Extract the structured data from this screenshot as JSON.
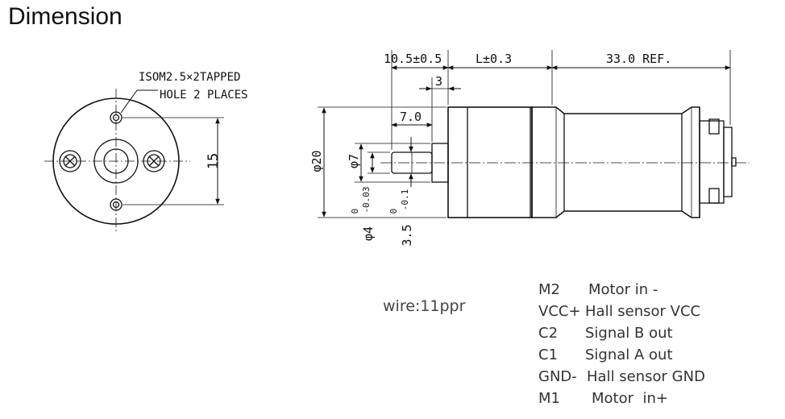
{
  "title": "Dimension",
  "front_view": {
    "note_line1": "ISOM2.5×2TAPPED",
    "note_line2": "HOLE 2 PLACES",
    "hole_spacing": "15"
  },
  "side_view": {
    "dim_shaft_length": "10.5±0.5",
    "dim_gearbox_length": "L±0.3",
    "dim_motor_length": "33.0 REF.",
    "dim_flat": "3",
    "dim_boss": "7.0",
    "dia_body": "φ20",
    "dia_boss": "φ7",
    "dia_shaft": "φ4",
    "tol_shaft_upper": "0",
    "tol_shaft_lower": "-0.03",
    "dim_flat_width": "3.5",
    "tol_flat_upper": "0",
    "tol_flat_lower": "-0.1"
  },
  "wire_note": "wire:11ppr",
  "pins": [
    {
      "code": "M2",
      "desc": "Motor in -"
    },
    {
      "code": "VCC+",
      "desc": "Hall sensor VCC"
    },
    {
      "code": "C2",
      "desc": "Signal B out"
    },
    {
      "code": "C1",
      "desc": "Signal A out"
    },
    {
      "code": "GND-",
      "desc": "Hall sensor GND"
    },
    {
      "code": "M1",
      "desc": "Motor  in+"
    }
  ]
}
